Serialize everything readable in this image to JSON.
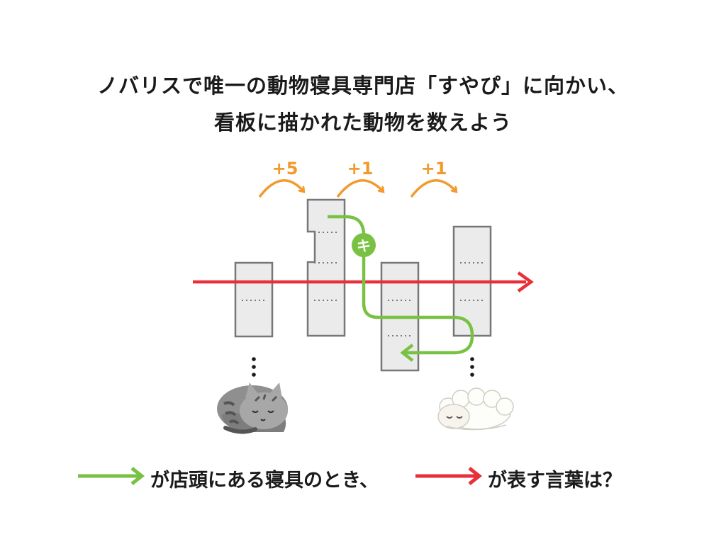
{
  "title": {
    "line1": "ノバリスで唯一の動物寝具専門店「すやぴ」に向かい、",
    "line2": "看板に描かれた動物を数えよう"
  },
  "shifts": [
    "+5",
    "+1",
    "+1"
  ],
  "key_label": "キ",
  "bottom": {
    "text1": "が店頭にある寝具のとき、",
    "text2": "が表す言葉は？"
  },
  "animals": [
    {
      "icon": "sleeping-cat-icon"
    },
    {
      "icon": "sleeping-sheep-icon"
    }
  ],
  "colors": {
    "orange": "#f29a2e",
    "green": "#79c143",
    "red": "#e8303a",
    "box_fill": "#ebebeb",
    "box_stroke": "#777777"
  }
}
